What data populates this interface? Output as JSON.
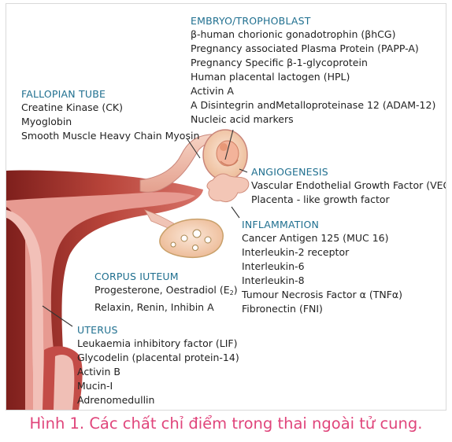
{
  "groups": {
    "embryo": {
      "heading": "EMBRYO/TROPHOBLAST",
      "items": [
        "β-human chorionic gonadotrophin (βhCG)",
        "Pregnancy associated Plasma Protein (PAPP-A)",
        "Pregnancy Specific β-1-glycoprotein",
        "Human placental lactogen (HPL)",
        "Activin A",
        "A Disintegrin andMetalloproteinase 12 (ADAM-12)",
        "Nucleic acid markers"
      ]
    },
    "fallopian": {
      "heading": "FALLOPIAN TUBE",
      "items": [
        "Creatine Kinase (CK)",
        "Myoglobin",
        "Smooth Muscle Heavy Chain Myosin"
      ]
    },
    "angiogenesis": {
      "heading": "ANGIOGENESIS",
      "items": [
        "Vascular Endothelial Growth Factor (VEGF)",
        "Placenta - like growth factor"
      ]
    },
    "inflammation": {
      "heading": "INFLAMMATION",
      "items": [
        "Cancer Antigen 125 (MUC 16)",
        "Interleukin-2 receptor",
        "Interleukin-6",
        "Interleukin-8",
        "Tumour Necrosis Factor α (TNFα)",
        "Fibronectin (FNI)"
      ]
    },
    "corpus": {
      "heading": "CORPUS IUTEUM",
      "items": [
        "Progesterone, Oestradiol (E2)",
        "Relaxin, Renin, Inhibin A"
      ]
    },
    "uterus": {
      "heading": "UTERUS",
      "items": [
        "Leukaemia inhibitory factor (LIF)",
        "Glycodelin (placental protein-14)",
        "Activin B",
        "Mucin-I",
        "Adrenomedullin"
      ]
    }
  },
  "caption": "Hình 1. Các chất chỉ điểm trong thai ngoài tử cung.",
  "colors": {
    "heading": "#1f6f8f",
    "caption": "#e0457b",
    "uterus_wall": "#c8544a",
    "tissue": "#f2b6a6",
    "ovary": "#f5e3b0"
  }
}
